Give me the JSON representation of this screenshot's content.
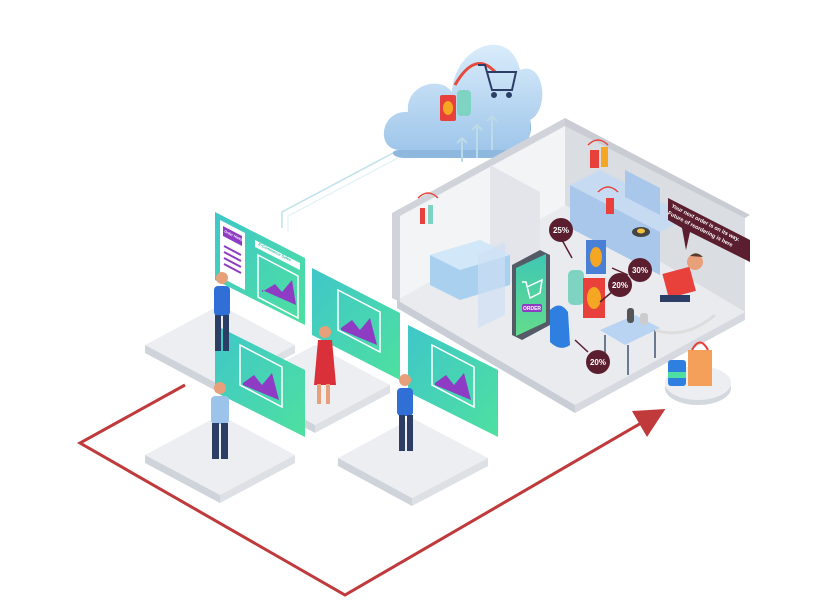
{
  "scene": {
    "speech_bubble": {
      "line1": "Your next order is on its way.",
      "line2": "Future of reordering is here"
    },
    "dashboard": {
      "panel_title": "E-Commerce Sales",
      "list_header": "Order History"
    },
    "phone": {
      "order_button": "ORDER"
    },
    "discount_badges": [
      "25%",
      "30%",
      "20%",
      "20%"
    ]
  },
  "colors": {
    "path_red": "#c0393b",
    "badge": "#5a1e2e",
    "screen_green": "#3fd6a8",
    "chart_purple": "#8e3cc4",
    "cloud": "#b9d8f2",
    "platform": "#eceef2"
  }
}
